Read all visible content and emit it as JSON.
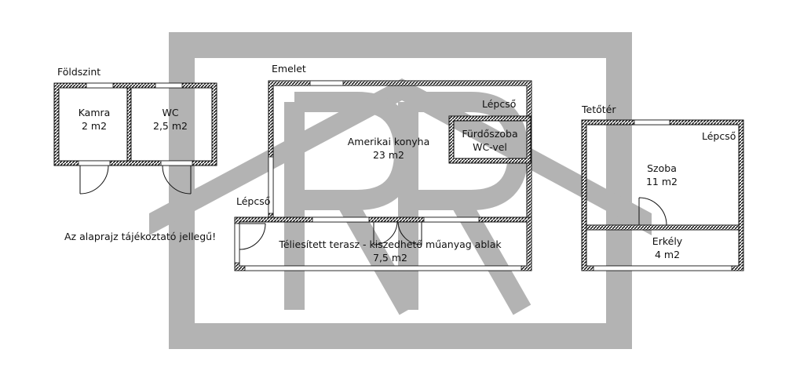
{
  "labels": {
    "ground_floor": "Földszint",
    "upper_floor": "Emelet",
    "attic": "Tetőtér",
    "disclaimer": "Az alaprajz tájékoztató jellegű!"
  },
  "rooms": {
    "kamra_name": "Kamra",
    "kamra_area": "2 m2",
    "wc_name": "WC",
    "wc_area": "2,5 m2",
    "kitchen_name": "Amerikai konyha",
    "kitchen_area": "23 m2",
    "bathroom_name": "Fürdőszoba",
    "bathroom_sub": "WC-vel",
    "stairs_top": "Lépcső",
    "stairs_left": "Lépcső",
    "terrace_name": "Téliesített terasz - kiszedhető műanyag ablak",
    "terrace_area": "7,5 m2",
    "attic_stairs": "Lépcső",
    "room_name": "Szoba",
    "room_area": "11 m2",
    "balcony_name": "Erkély",
    "balcony_area": "4 m2"
  },
  "colors": {
    "wall": "#111111",
    "watermark": "#b3b3b3"
  },
  "icons": [
    "house-roof-watermark",
    "rr-monogram-watermark",
    "door-swing-icon"
  ]
}
